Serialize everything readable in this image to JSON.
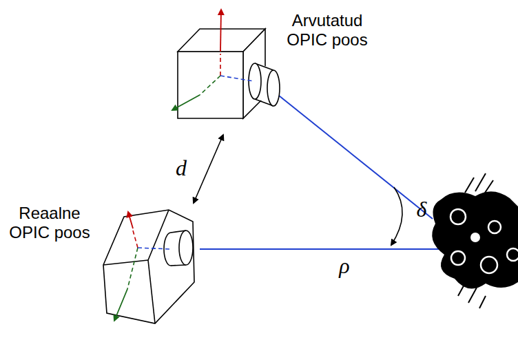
{
  "diagram": {
    "labels": [
      "Arvutatud OPIC poos",
      "Reaalne OPIC poos",
      "d",
      "δ",
      "ρ"
    ]
  }
}
